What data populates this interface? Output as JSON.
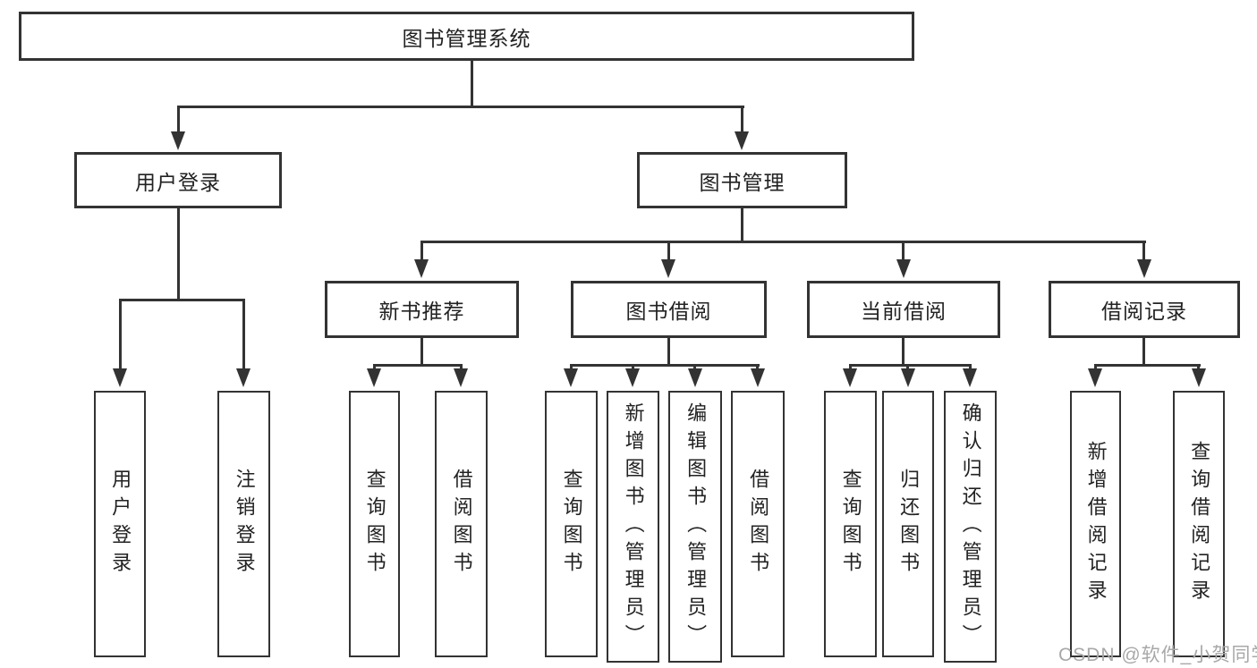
{
  "nodes": {
    "root": {
      "label": "图书管理系统"
    },
    "user_login": {
      "label": "用户登录"
    },
    "book_management": {
      "label": "图书管理"
    },
    "new_book_recommend": {
      "label": "新书推荐"
    },
    "book_borrowing": {
      "label": "图书借阅"
    },
    "current_borrowing": {
      "label": "当前借阅"
    },
    "borrowing_records": {
      "label": "借阅记录"
    }
  },
  "leaves": {
    "user_login": {
      "label": "用户登录"
    },
    "logout": {
      "label": "注销登录"
    },
    "recommend_query_books": {
      "label": "查询图书"
    },
    "recommend_borrow_books": {
      "label": "借阅图书"
    },
    "borrowing_query_books": {
      "label": "查询图书"
    },
    "borrowing_add_books": {
      "label": "新增图书（管理员）"
    },
    "borrowing_edit_books": {
      "label": "编辑图书（管理员）"
    },
    "borrowing_borrow_books": {
      "label": "借阅图书"
    },
    "current_query_books": {
      "label": "查询图书"
    },
    "current_return_books": {
      "label": "归还图书"
    },
    "current_confirm_return": {
      "label": "确认归还（管理员）"
    },
    "records_add_record": {
      "label": "新增借阅记录"
    },
    "records_query_record": {
      "label": "查询借阅记录"
    }
  },
  "watermark": {
    "text": "CSDN @软件_小贺同学"
  },
  "colors": {
    "line": "#333333",
    "text": "#222222",
    "watermark_text": "#a8a8a8",
    "background": "#ffffff"
  }
}
